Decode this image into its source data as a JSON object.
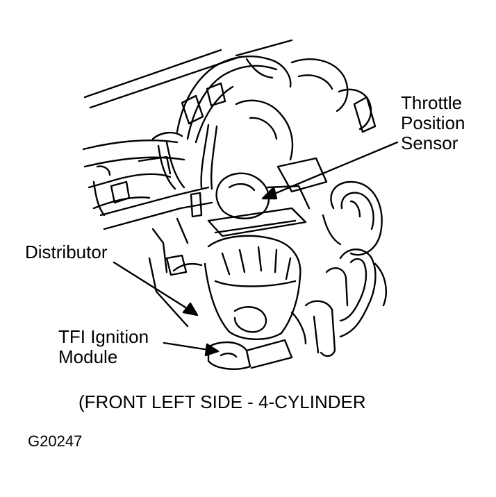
{
  "labels": {
    "throttle_position_sensor": [
      "Throttle",
      "Position",
      "Sensor"
    ],
    "distributor": "Distributor",
    "tfi_ignition_module": [
      "TFI Ignition",
      "Module"
    ]
  },
  "caption": "(FRONT LEFT SIDE - 4-CYLINDER",
  "figure_id": "G20247",
  "colors": {
    "ink": "#000000",
    "paper": "#ffffff"
  }
}
